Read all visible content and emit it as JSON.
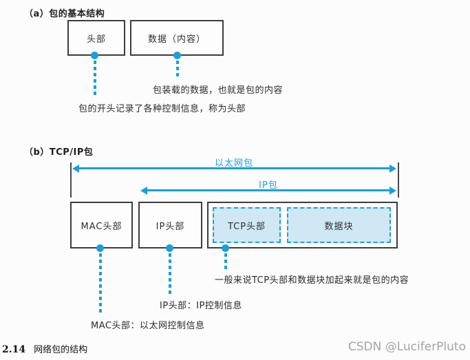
{
  "colors": {
    "accent_blue": "#189fdc",
    "light_blue_fill": "#cfe8f3",
    "box_border": "#3c3c3c",
    "text": "#2a2a2a",
    "watermark_gray": "#a3a3a3"
  },
  "section_a": {
    "title": "（a）包的基本结构",
    "boxes": [
      {
        "label": "头部"
      },
      {
        "label": "数据（内容）"
      }
    ],
    "notes": [
      {
        "text": "包装载的数据，也就是包的内容"
      },
      {
        "text": "包的开头记录了各种控制信息，称为头部"
      }
    ]
  },
  "section_b": {
    "title": "（b）TCP/IP包",
    "spans": [
      {
        "label": "以太网包"
      },
      {
        "label": "IP包"
      }
    ],
    "outer_boxes": [
      {
        "label": "MAC头部"
      },
      {
        "label": "IP头部"
      }
    ],
    "inner_boxes": [
      {
        "label": "TCP头部"
      },
      {
        "label": "数据块"
      }
    ],
    "notes": [
      {
        "text": "一般来说TCP头部和数据块加起来就是包的内容"
      },
      {
        "text": "IP头部：IP控制信息"
      },
      {
        "text": "MAC头部：以太网控制信息"
      }
    ]
  },
  "caption": {
    "figure_number": "2.14",
    "title": "网络包的结构"
  },
  "watermark": {
    "text": "CSDN @LuciferPluto"
  }
}
